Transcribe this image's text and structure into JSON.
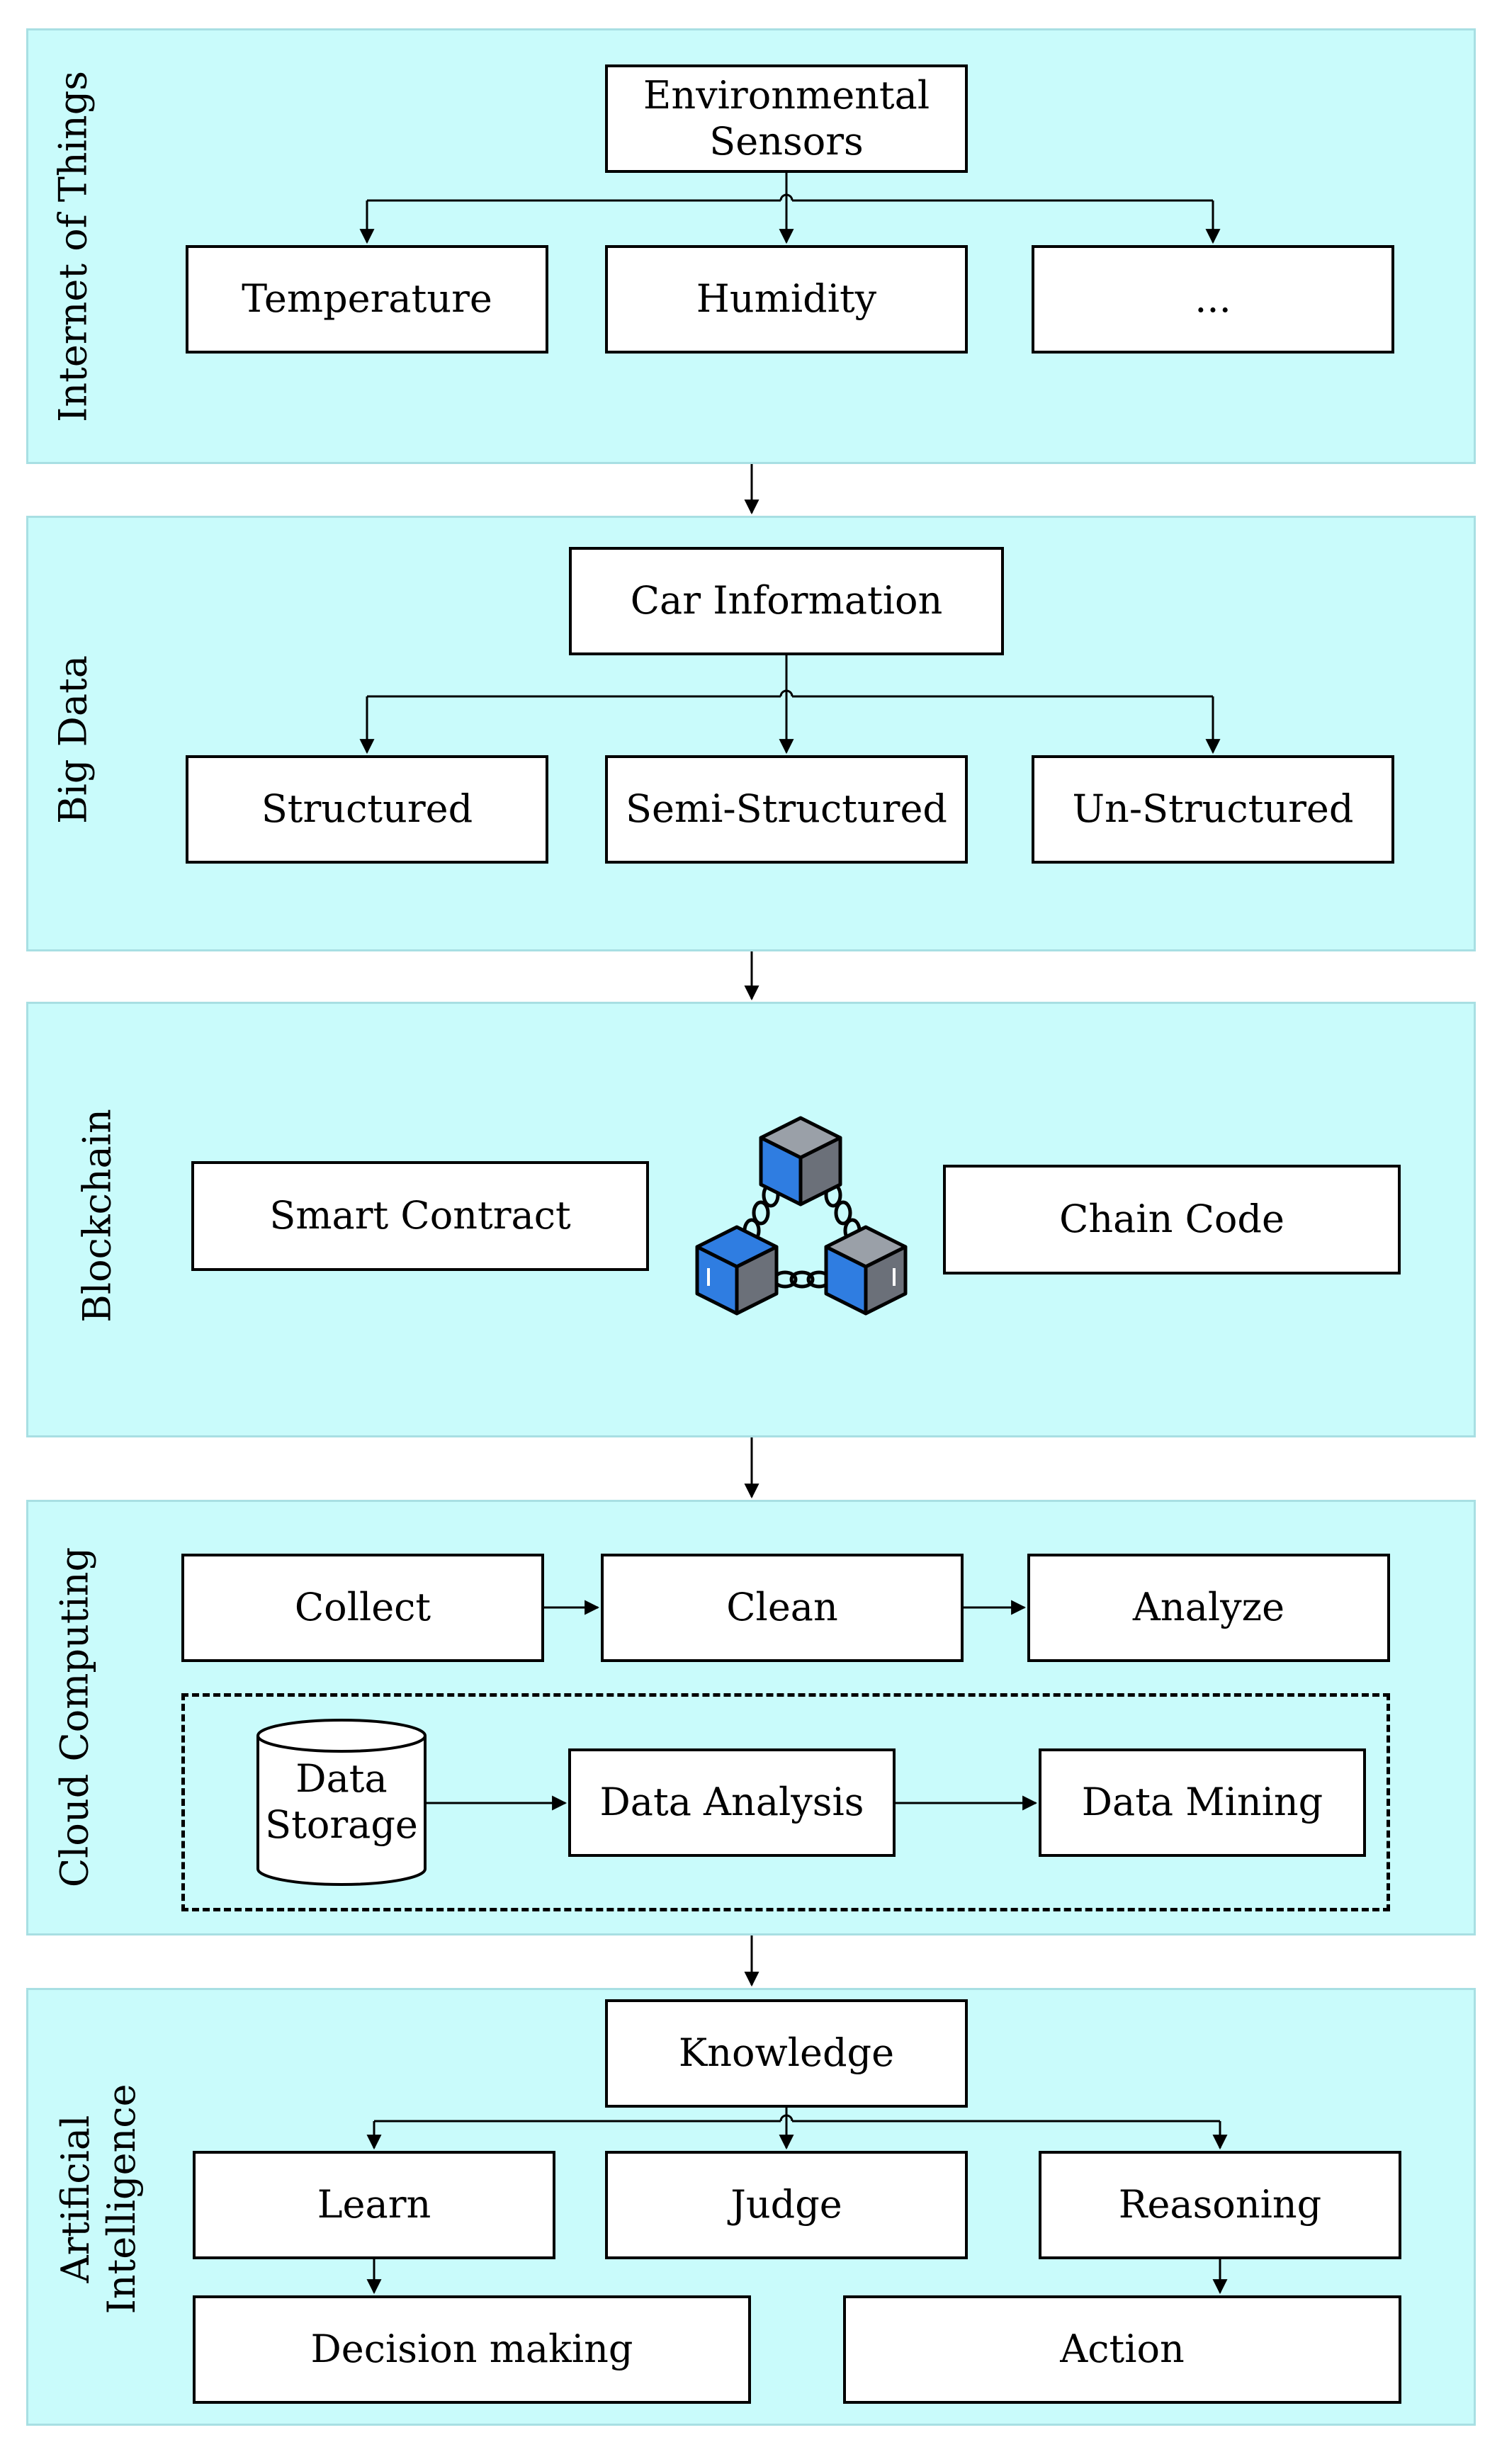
{
  "layers": {
    "iot": {
      "title": "Internet of Things",
      "root": "Environmental\nSensors",
      "children": [
        "Temperature",
        "Humidity",
        "..."
      ]
    },
    "bigdata": {
      "title": "Big Data",
      "root": "Car Information",
      "children": [
        "Structured",
        "Semi-Structured",
        "Un-Structured"
      ]
    },
    "blockchain": {
      "title": "Blockchain",
      "left": "Smart Contract",
      "right": "Chain Code",
      "icon": "blockchain-cubes-icon"
    },
    "cloud": {
      "title": "Cloud Computing",
      "steps": [
        "Collect",
        "Clean",
        "Analyze"
      ],
      "storage": "Data\nStorage",
      "analysis": "Data Analysis",
      "mining": "Data Mining"
    },
    "ai": {
      "title": "Artificial\nIntelligence",
      "root": "Knowledge",
      "children": [
        "Learn",
        "Judge",
        "Reasoning"
      ],
      "outputs": [
        "Decision making",
        "Action"
      ]
    }
  },
  "colors": {
    "panel_fill": "#c9fbfb",
    "panel_border": "#a8dfe3",
    "box_border": "#000000",
    "cube_blue": "#2f7de1",
    "cube_gray": "#7b7f87"
  }
}
